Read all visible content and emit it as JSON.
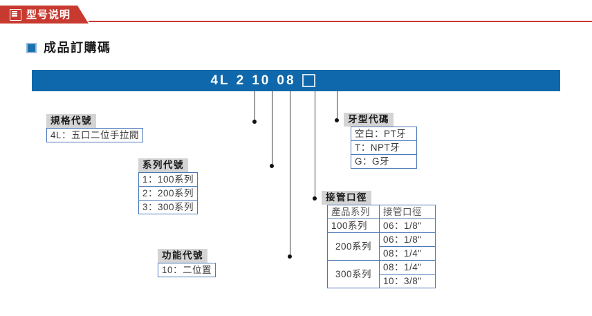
{
  "header": {
    "ribbon_title": "型号说明",
    "ribbon_icon": "document-lines-icon",
    "ribbon_color": "#c8392f"
  },
  "section": {
    "title": "成品訂購碼",
    "bullet_color": "#1a6faf"
  },
  "code_bar": {
    "bar_color": "#0f68ab",
    "segments": [
      "4L",
      "2",
      "10",
      "08"
    ],
    "placeholder_glyph": "□",
    "full_code": "4L 2 10 08 □"
  },
  "callouts": {
    "spec_code": {
      "label": "規格代號",
      "rows": [
        [
          "4L：五口二位手拉閥"
        ]
      ]
    },
    "series_code": {
      "label": "系列代號",
      "rows": [
        [
          "1：100系列"
        ],
        [
          "2：200系列"
        ],
        [
          "3：300系列"
        ]
      ]
    },
    "function_code": {
      "label": "功能代號",
      "rows": [
        [
          "10：二位置"
        ]
      ]
    },
    "thread_code": {
      "label": "牙型代碼",
      "rows": [
        [
          "空白：PT牙"
        ],
        [
          "T：NPT牙"
        ],
        [
          "G：G牙"
        ]
      ]
    },
    "port_size": {
      "label": "接管口徑",
      "headers": [
        "產品系列",
        "接管口徑"
      ],
      "groups": [
        {
          "series": "100系列",
          "sizes": [
            "06：1/8\""
          ]
        },
        {
          "series": "200系列",
          "sizes": [
            "06：1/8\"",
            "08：1/4\""
          ]
        },
        {
          "series": "300系列",
          "sizes": [
            "08：1/4\"",
            "10：3/8\""
          ]
        }
      ]
    }
  }
}
